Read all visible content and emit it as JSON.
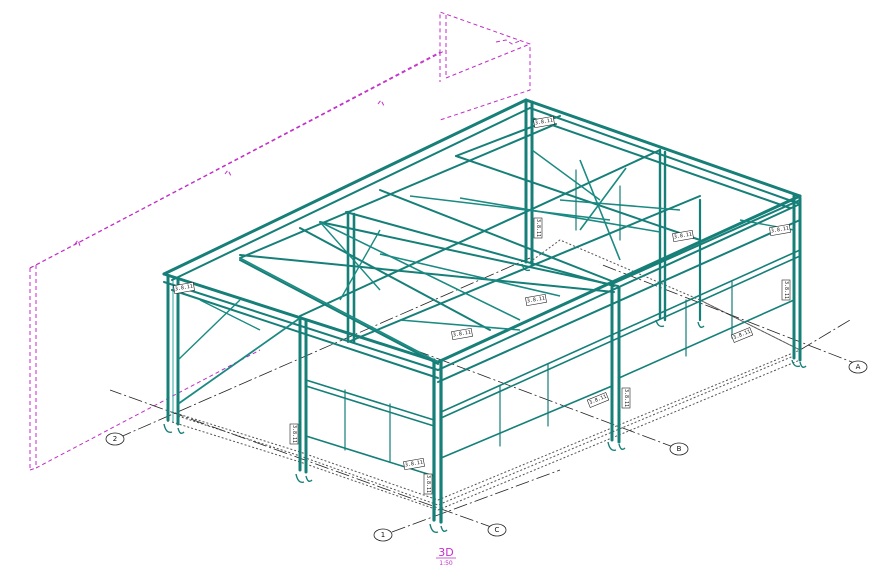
{
  "view": {
    "title": "3D",
    "scale": "1:50"
  },
  "grid_bubbles": {
    "g1": "1",
    "g2": "2",
    "gA": "A",
    "gB": "B",
    "gC": "C"
  },
  "member_tags": {
    "t1": "3.8.11",
    "t2": "3.8.11",
    "t3": "3.8.11",
    "t4": "3.8.11",
    "t5": "3.8.11",
    "t6": "3.8.11",
    "t7": "3.8.11",
    "t8": "3.8.11",
    "t9": "3.8.11",
    "t10": "3.8.11",
    "t11": "3.8.11",
    "t12": "3.8.11",
    "t13": "3.8.11",
    "t14": "3.8.11"
  },
  "colors": {
    "steel": "#157f78",
    "ghost": "#c22ec8",
    "annotation": "#222222"
  }
}
